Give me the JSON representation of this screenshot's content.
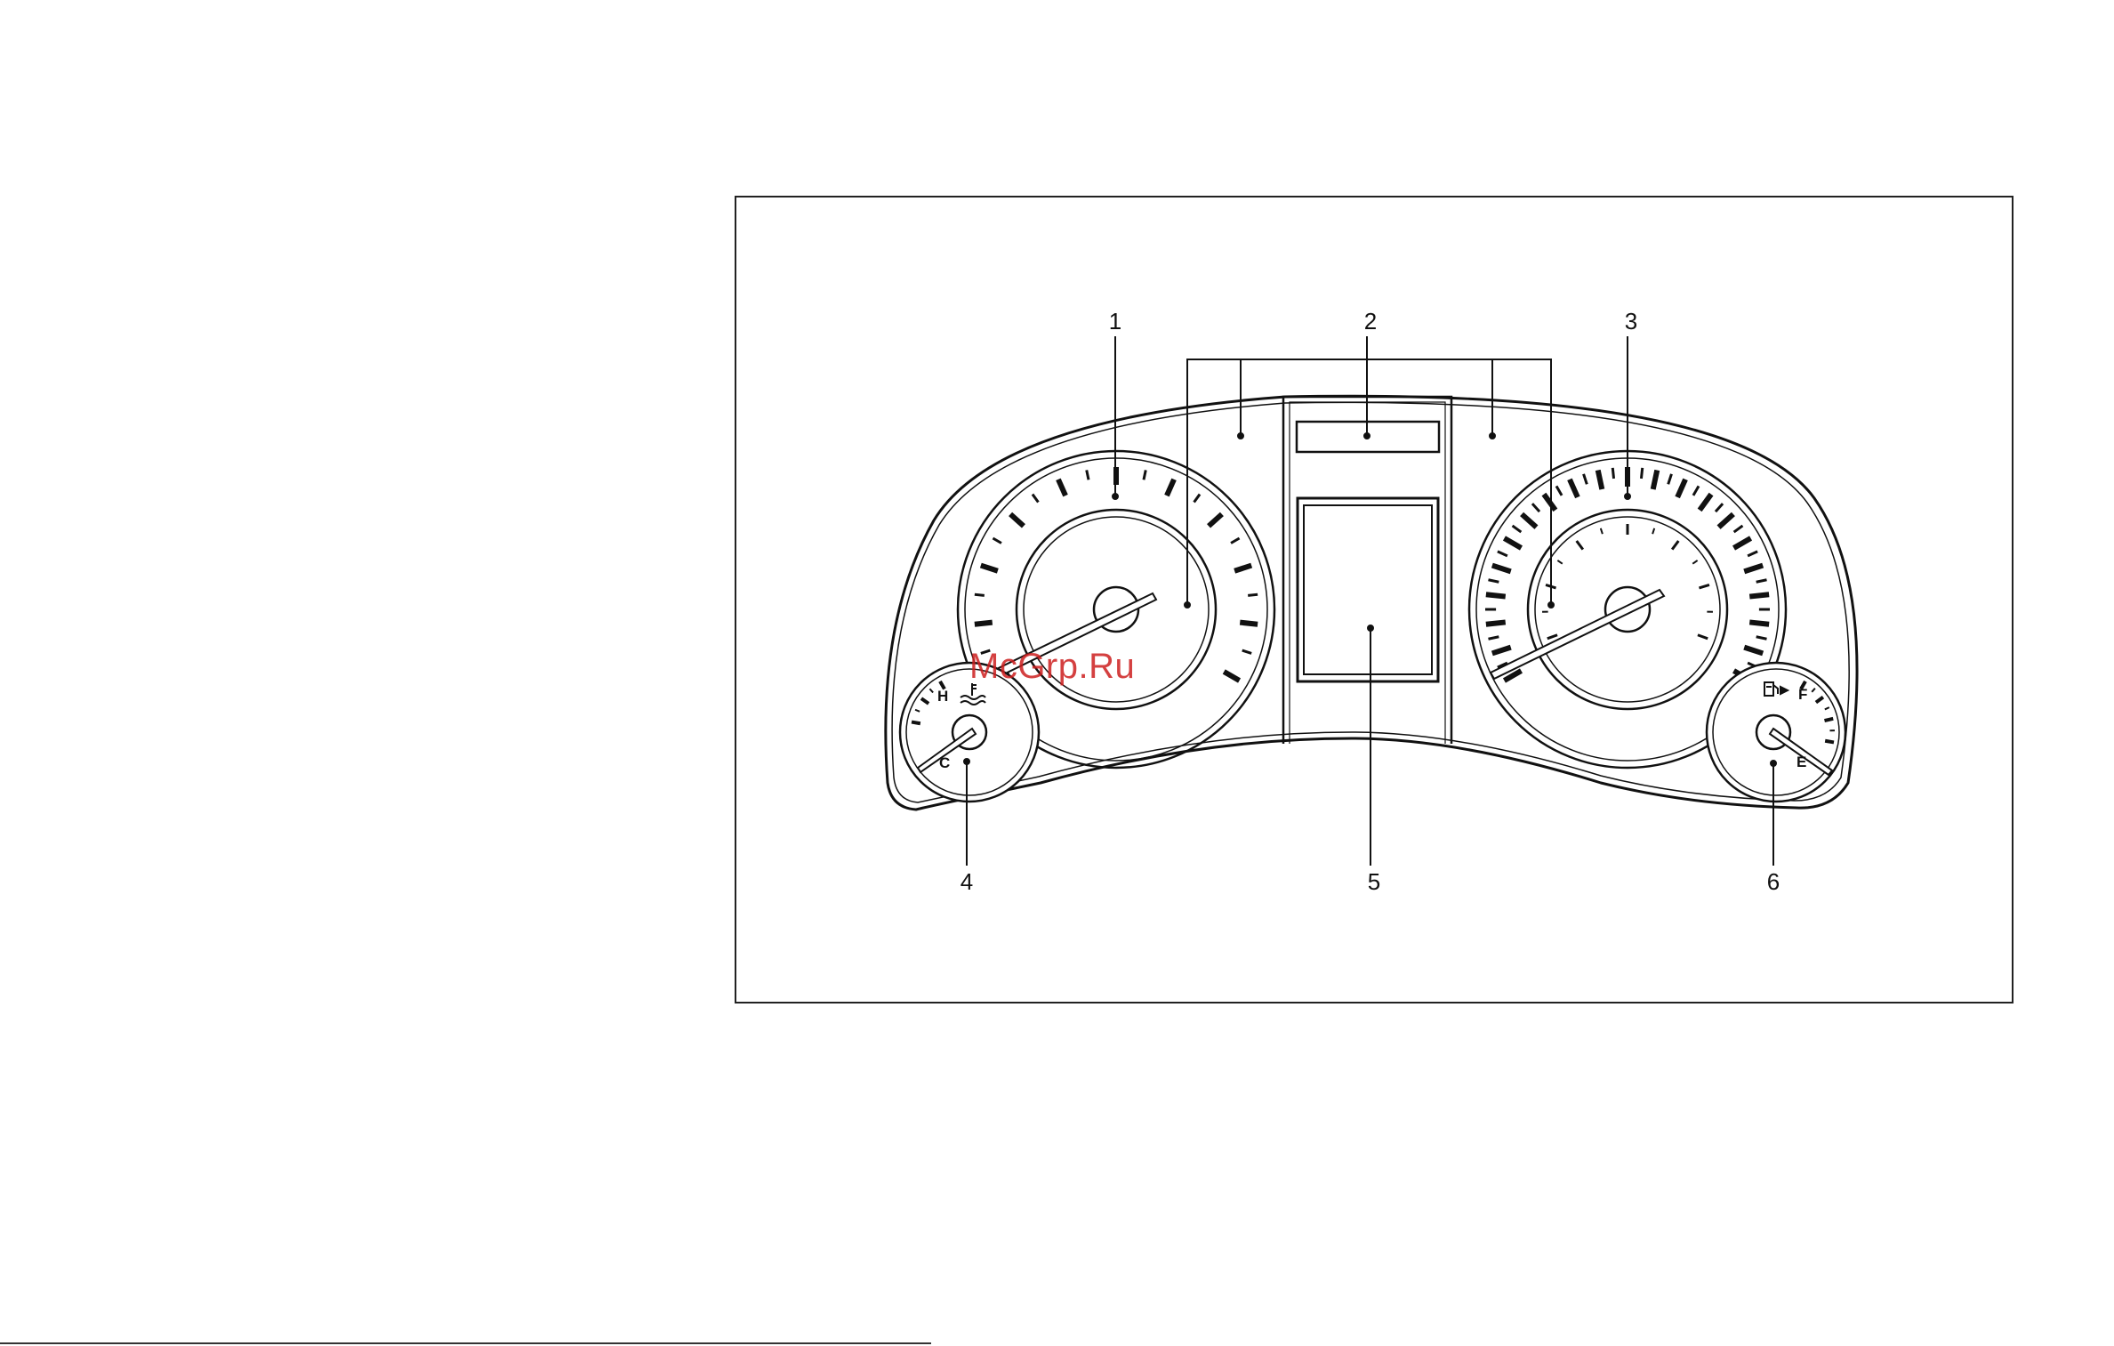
{
  "callouts": [
    "1",
    "2",
    "3",
    "4",
    "5",
    "6"
  ],
  "temp_gauge": {
    "hot_label": "H",
    "cold_label": "C",
    "icon": "coolant-temperature-icon"
  },
  "fuel_gauge": {
    "full_label": "F",
    "empty_label": "E",
    "icon": "fuel-pump-icon"
  },
  "watermark": "McGrp.Ru",
  "colors": {
    "line": "#111111",
    "watermark": "#cd1e1e",
    "background": "#ffffff"
  }
}
